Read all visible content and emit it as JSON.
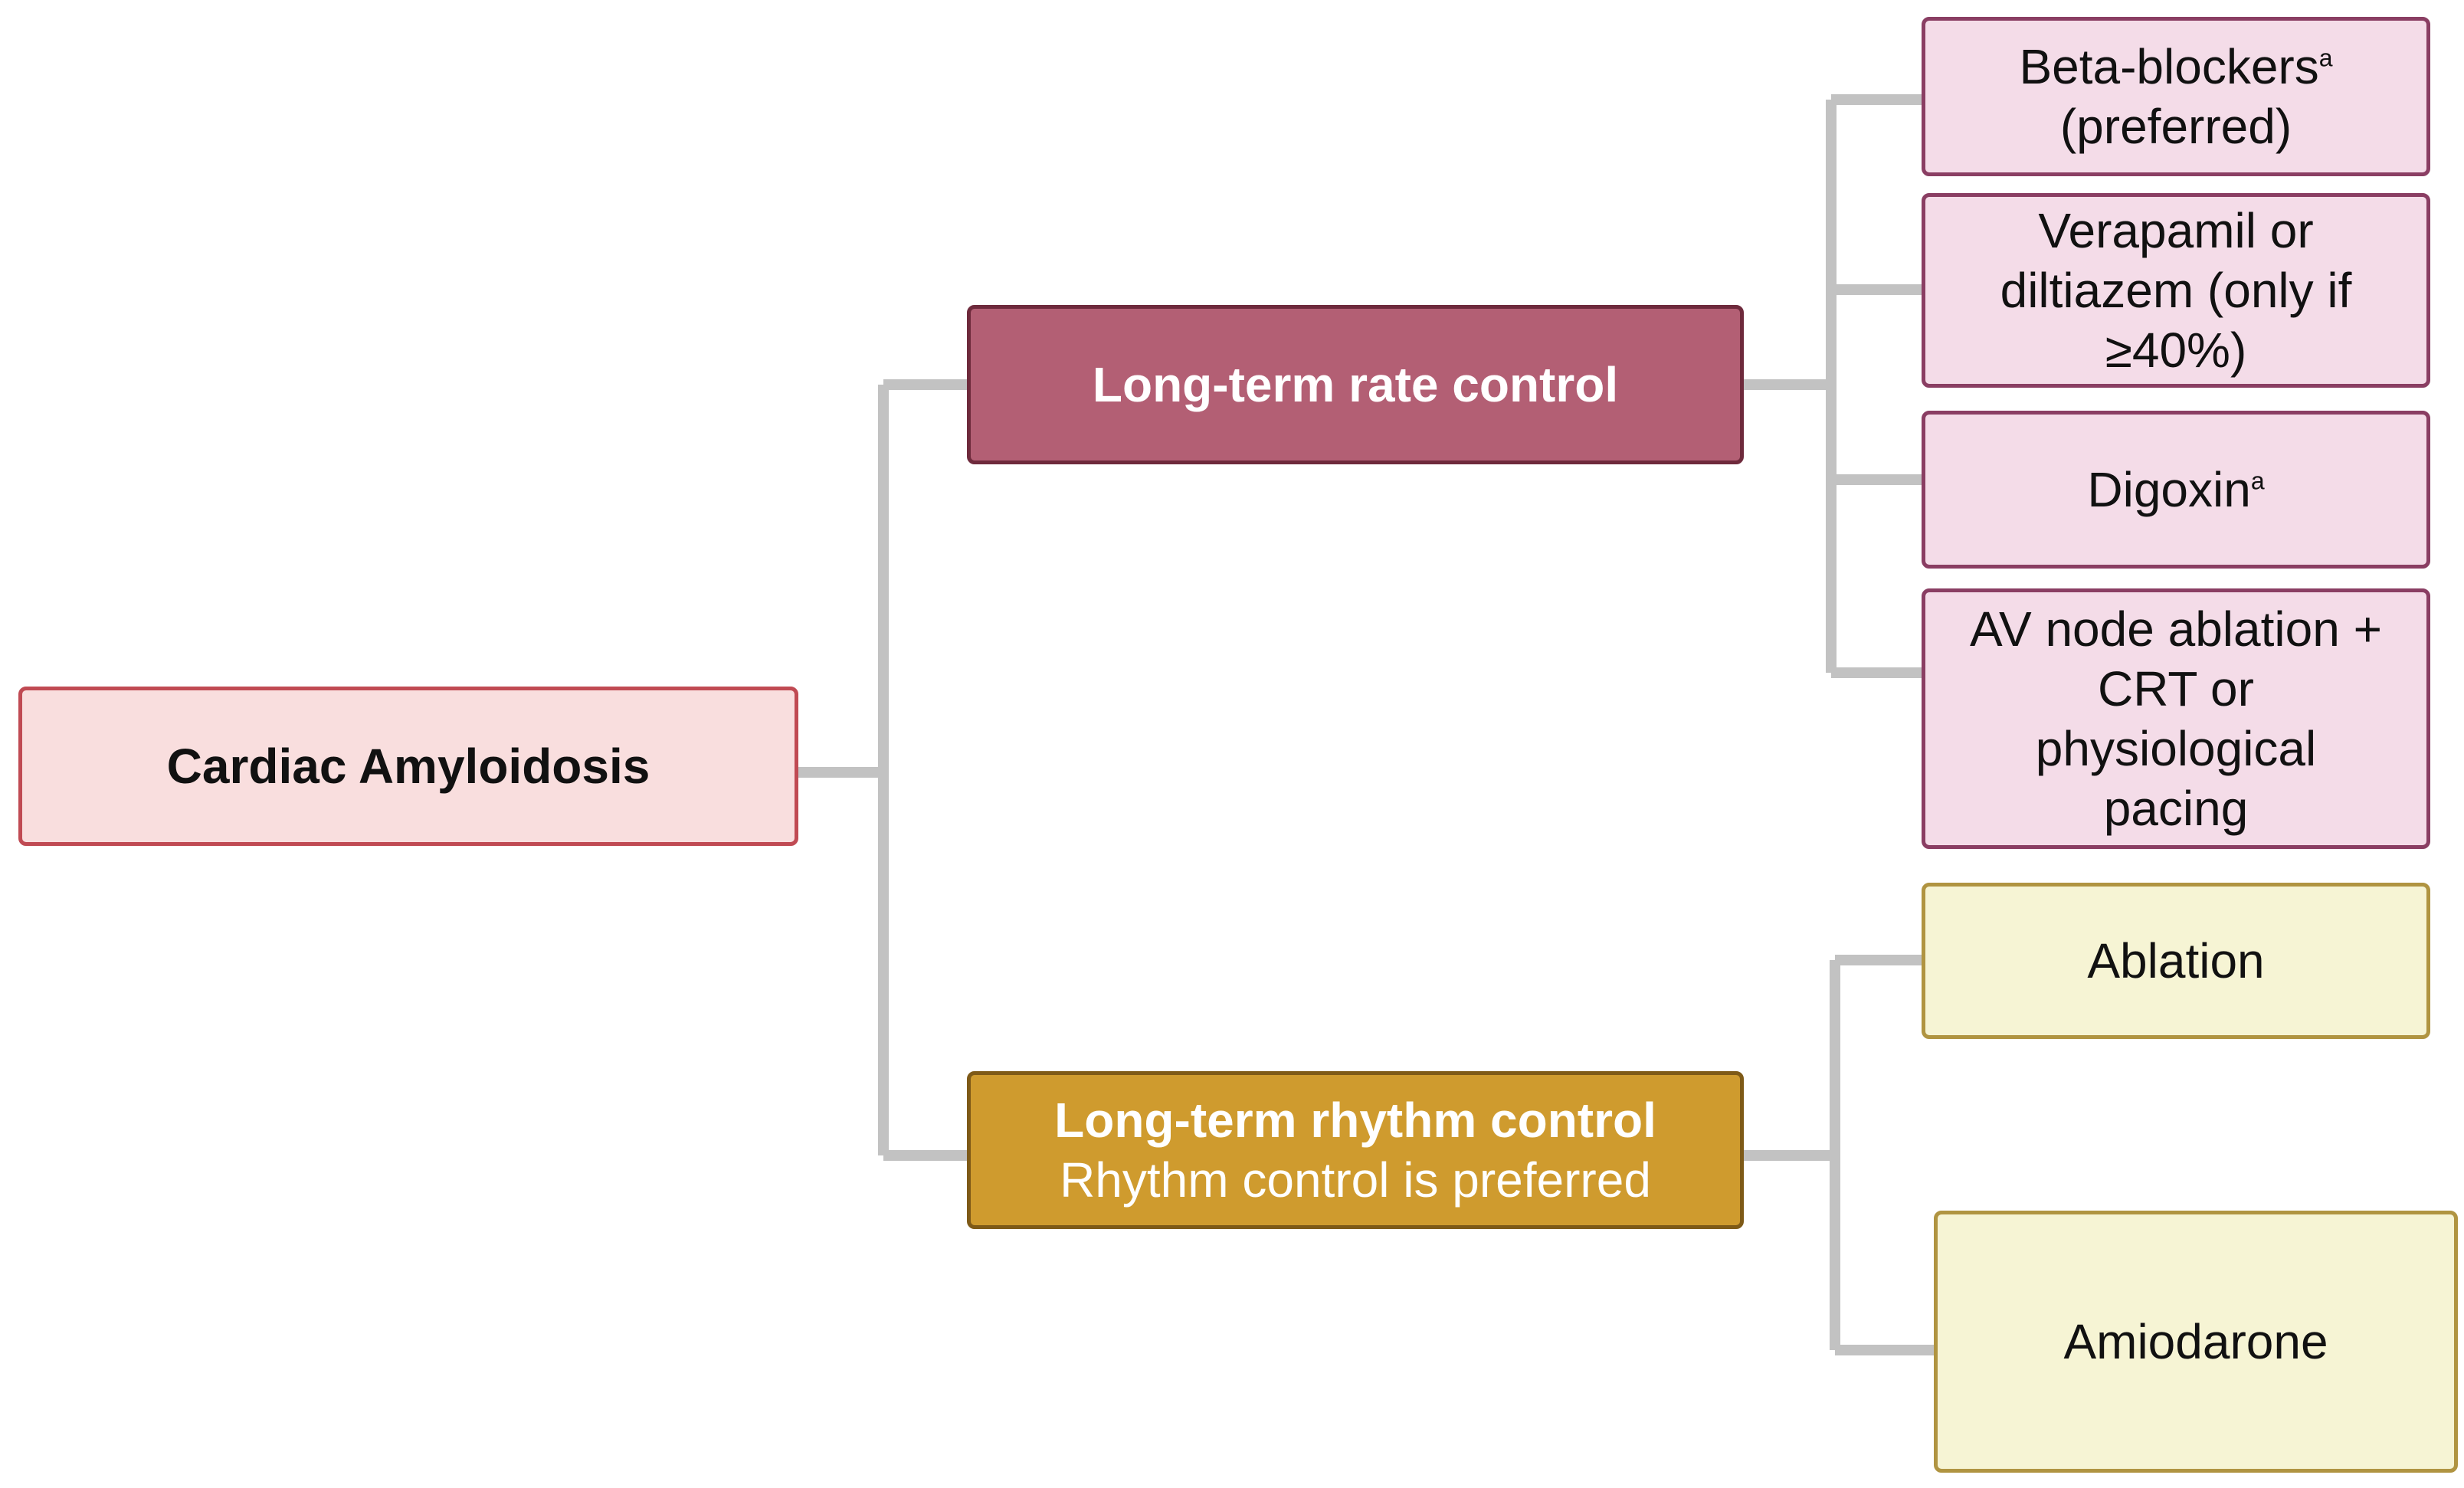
{
  "root": {
    "label": "Cardiac Amyloidosis"
  },
  "rate_control": {
    "label": "Long-term rate control",
    "options": [
      {
        "text": "Beta-blockers",
        "sup": "a",
        "line2": "(preferred)"
      },
      {
        "lines": [
          "Verapamil or",
          "diltiazem (only if",
          "≥40%)"
        ]
      },
      {
        "text": "Digoxin",
        "sup": "a"
      },
      {
        "lines": [
          "AV node ablation +",
          "CRT or",
          "physiological",
          "pacing"
        ]
      }
    ]
  },
  "rhythm_control": {
    "label": "Long-term rhythm control",
    "sublabel": "Rhythm control is preferred",
    "options": [
      {
        "text": "Ablation"
      },
      {
        "text": "Amiodarone"
      }
    ]
  },
  "colors": {
    "connector": "#c2c2c2",
    "root_fill": "#f9dede",
    "rate_fill": "#b35f74",
    "rhythm_fill": "#cf9b2e",
    "rate_option_fill": "#f4dce8",
    "rhythm_option_fill": "#f6f4d4"
  }
}
